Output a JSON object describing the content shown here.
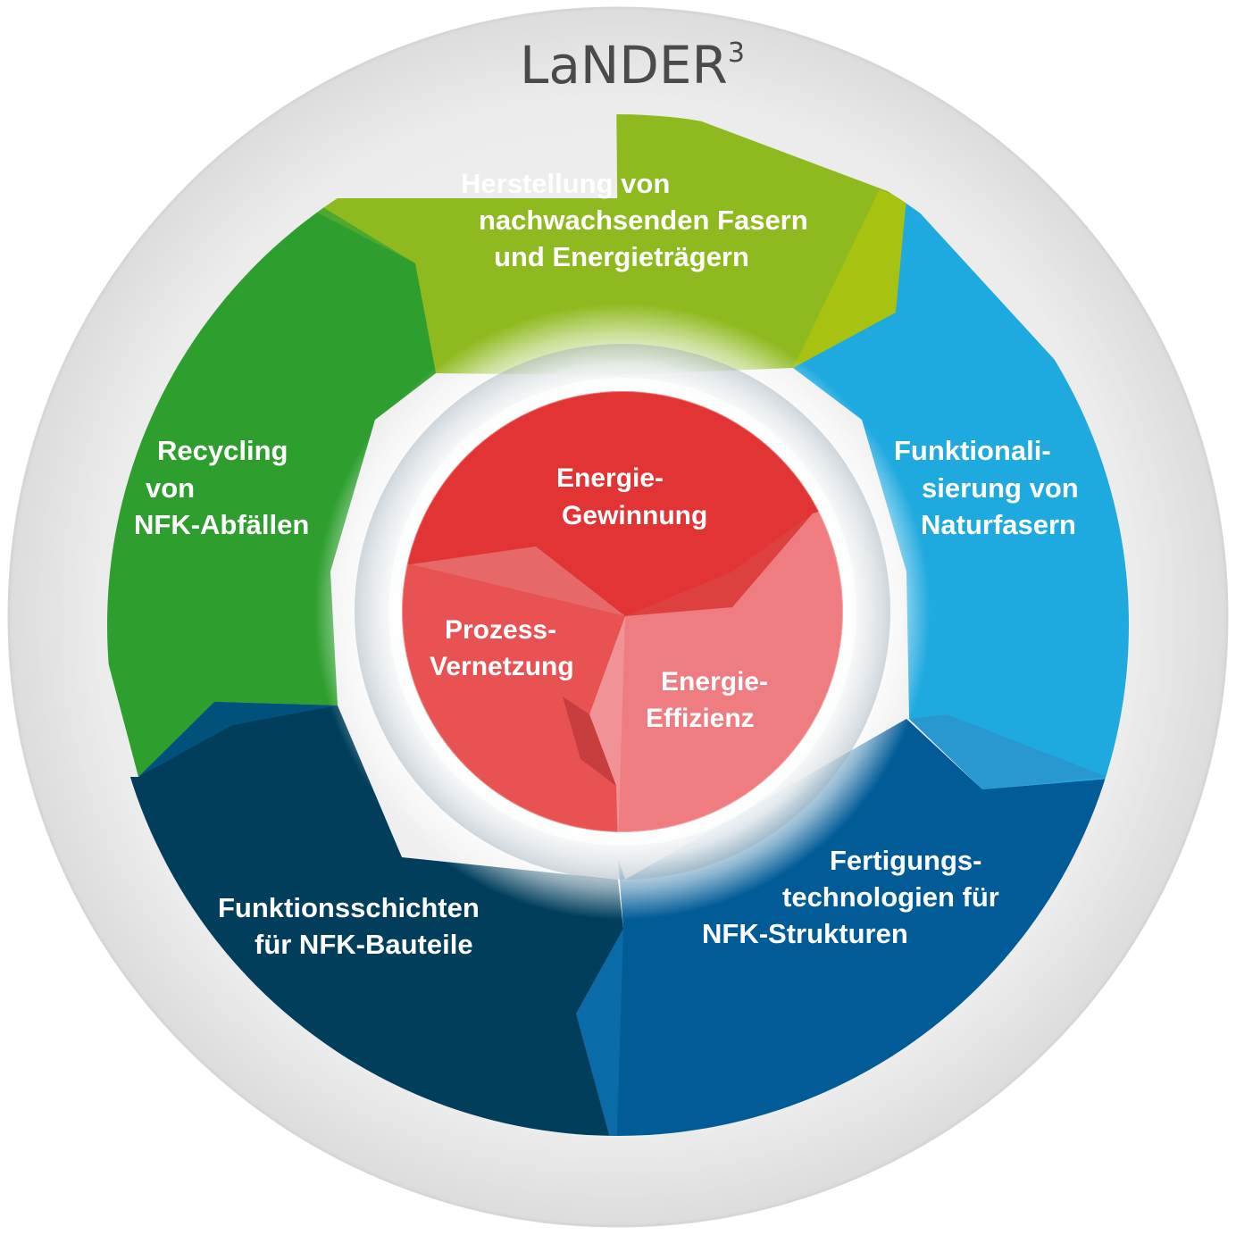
{
  "title": {
    "main": "LaNDER",
    "superscript": "3"
  },
  "colors": {
    "outer_ring": "#e8e8e8",
    "green_light": "#8fba1f",
    "green_dark": "#2e9f2f",
    "blue_light": "#1ea9df",
    "blue_mid": "#005b97",
    "blue_dark": "#003e5c",
    "red_dark": "#e23434",
    "red_mid": "#e85252",
    "red_light": "#ee7c80"
  },
  "segments": [
    {
      "id": "herstellung",
      "lines": [
        "Herstellung von",
        "nachwachsenden Fasern",
        "und Energieträgern"
      ]
    },
    {
      "id": "funktionalisierung",
      "lines": [
        "Funktionali-",
        "sierung von",
        "Naturfasern"
      ]
    },
    {
      "id": "fertigung",
      "lines": [
        "Fertigungs-",
        "technologien für",
        "NFK-Strukturen"
      ]
    },
    {
      "id": "funktionsschichten",
      "lines": [
        "Funktionsschichten",
        "für NFK-Bauteile"
      ]
    },
    {
      "id": "recycling",
      "lines": [
        "Recycling",
        "von",
        "NFK-Abfällen"
      ]
    }
  ],
  "core": [
    {
      "id": "gewinnung",
      "lines": [
        "Energie-",
        "Gewinnung"
      ]
    },
    {
      "id": "vernetzung",
      "lines": [
        "Prozess-",
        "Vernetzung"
      ]
    },
    {
      "id": "effizienz",
      "lines": [
        "Energie-",
        "Effizienz"
      ]
    }
  ]
}
